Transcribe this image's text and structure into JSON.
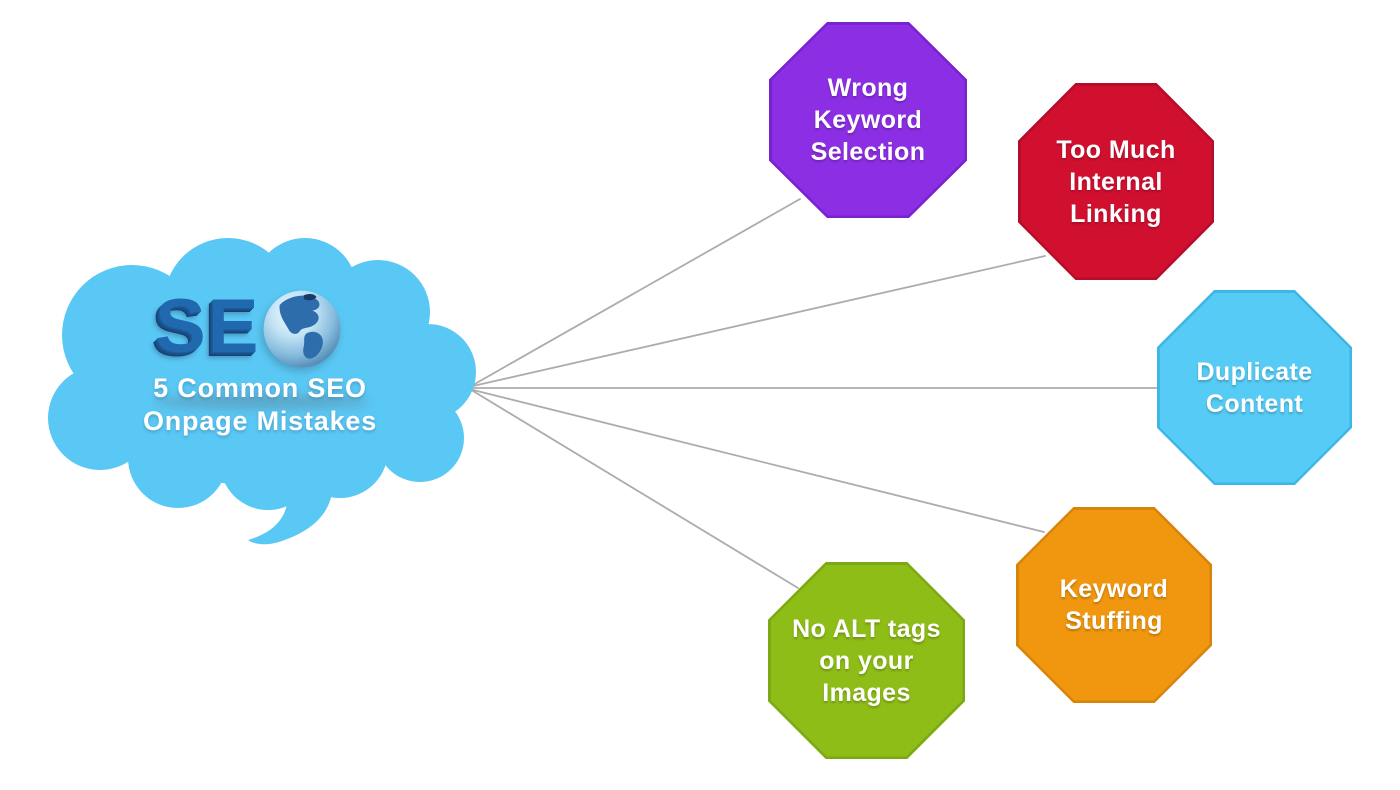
{
  "canvas": {
    "background": "#ffffff",
    "connector_color": "#9e9e9e"
  },
  "cloud": {
    "fill": "#5ac8f5",
    "logo_text": "SE",
    "logo_color": "#2069ae",
    "globe_icon": "globe-americas-icon",
    "globe_ocean_color": "#9fcde9",
    "globe_land_color": "#2e6dac",
    "title_line1": "5 Common SEO",
    "title_line2": "Onpage Mistakes",
    "title_color": "#ffffff"
  },
  "nodes": [
    {
      "id": "wrong-keyword-selection",
      "label": "Wrong\nKeyword\nSelection",
      "fill": "#8c2fe4",
      "edge": "#7a22cf"
    },
    {
      "id": "too-much-internal-linking",
      "label": "Too Much\nInternal\nLinking",
      "fill": "#d11030",
      "edge": "#b50d29"
    },
    {
      "id": "duplicate-content",
      "label": "Duplicate\nContent",
      "fill": "#56cbf5",
      "edge": "#3eb6e6"
    },
    {
      "id": "keyword-stuffing",
      "label": "Keyword\nStuffing",
      "fill": "#f0970f",
      "edge": "#d6840a"
    },
    {
      "id": "no-alt-tags-on-images",
      "label": "No ALT tags\non your\nImages",
      "fill": "#8ebd17",
      "edge": "#7ba912"
    }
  ]
}
